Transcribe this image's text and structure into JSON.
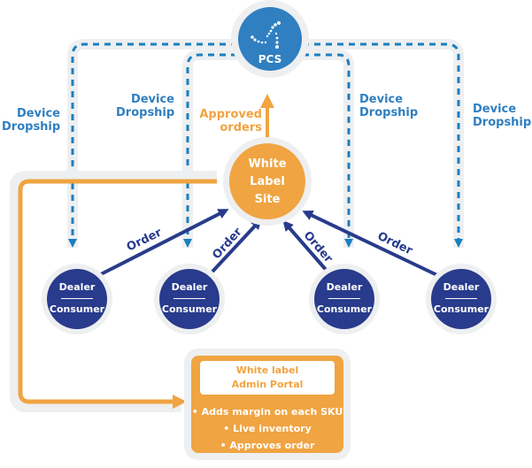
{
  "nodes": {
    "pcs": {
      "label": "PCS",
      "icon": "pcs-logo-icon",
      "color": "#2f7fc1"
    },
    "white_label_site": {
      "lines": [
        "White",
        "Label",
        "Site"
      ],
      "color": "#f0a442"
    },
    "dealers": [
      {
        "top": "Dealer",
        "bottom": "Consumer"
      },
      {
        "top": "Dealer",
        "bottom": "Consumer"
      },
      {
        "top": "Dealer",
        "bottom": "Consumer"
      },
      {
        "top": "Dealer",
        "bottom": "Consumer"
      }
    ],
    "dealer_color": "#283b8c"
  },
  "edges": {
    "device_dropship": [
      {
        "line1": "Device",
        "line2": "Dropship"
      },
      {
        "line1": "Device",
        "line2": "Dropship"
      },
      {
        "line1": "Device",
        "line2": "Dropship"
      },
      {
        "line1": "Device",
        "line2": "Dropship"
      }
    ],
    "approved_orders": {
      "line1": "Approved",
      "line2": "orders"
    },
    "orders": [
      "Order",
      "Order",
      "Order",
      "Order"
    ]
  },
  "admin_portal": {
    "title_line1": "White label",
    "title_line2": "Admin Portal",
    "items": [
      "• Adds margin on each SKU",
      "• Live inventory",
      "• Approves order"
    ]
  },
  "colors": {
    "dropship_blue": "#1a7fc1",
    "order_navy": "#283b8c",
    "orange": "#f0a442",
    "track_gray": "#eeeff0"
  }
}
